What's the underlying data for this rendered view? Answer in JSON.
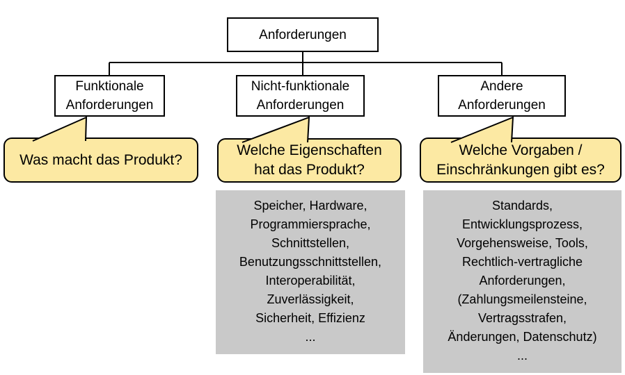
{
  "diagram": {
    "root": {
      "label": "Anforderungen"
    },
    "branches": [
      {
        "label": "Funktionale Anforderungen",
        "question": "Was macht das Produkt?",
        "details": []
      },
      {
        "label": "Nicht-funktionale Anforderungen",
        "question": "Welche Eigenschaften\nhat das Produkt?",
        "details": [
          "Speicher, Hardware,",
          "Programmiersprache,",
          "Schnittstellen,",
          "Benutzungsschnittstellen,",
          "Interoperabilität,",
          "Zuverlässigkeit,",
          "Sicherheit, Effizienz",
          "..."
        ]
      },
      {
        "label": "Andere Anforderungen",
        "question": "Welche Vorgaben /\nEinschränkungen gibt es?",
        "details": [
          "Standards,",
          "Entwicklungsprozess,",
          "Vorgehensweise, Tools,",
          "Rechtlich-vertragliche",
          "Anforderungen,",
          "(Zahlungsmeilensteine,",
          "Vertragsstrafen,",
          "Änderungen, Datenschutz)",
          "..."
        ]
      }
    ]
  },
  "colors": {
    "callout_fill": "#FCE9A3",
    "detail_fill": "#C9C9C9",
    "box_border": "#000000",
    "background": "#FFFFFF",
    "text": "#000000"
  }
}
